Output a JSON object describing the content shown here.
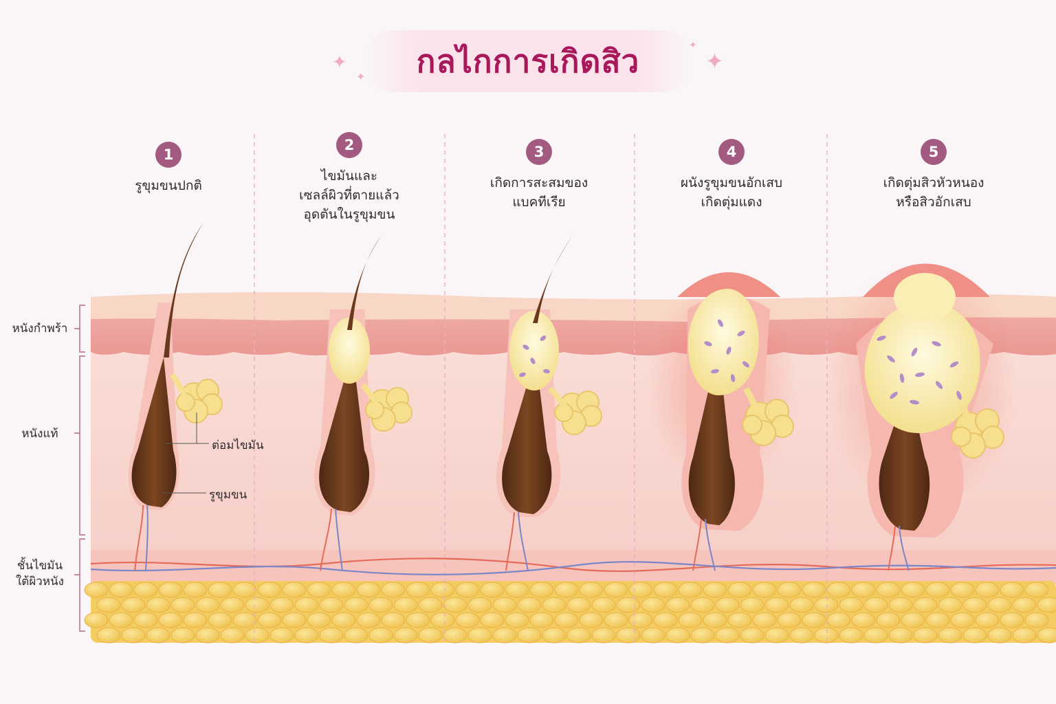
{
  "title": "กลไกการเกิดสิว",
  "layers": {
    "epidermis": "หนังกำพร้า",
    "dermis": "หนังแท้",
    "subcutaneous": "ชั้นไขมัน\nใต้ผิวหนัง"
  },
  "callouts": {
    "sebaceous_gland": "ต่อมไขมัน",
    "follicle": "รูขุมขน"
  },
  "stages": [
    {
      "number": "1",
      "text": "รูขุมขนปกติ"
    },
    {
      "number": "2",
      "text": "ไขมันและ\nเซลล์ผิวที่ตายแล้ว\nอุดตันในรูขุมขน"
    },
    {
      "number": "3",
      "text": "เกิดการสะสมของ\nแบคทีเรีย"
    },
    {
      "number": "4",
      "text": "ผนังรูขุมขนอักเสบ\nเกิดตุ่มแดง"
    },
    {
      "number": "5",
      "text": "เกิดตุ่มสิวหัวหนอง\nหรือสิวอักเสบ"
    }
  ],
  "colors": {
    "title": "#a8195c",
    "number_badge": "#a35a80",
    "epidermis": "#eda4a1",
    "dermis": "#f9d8d2",
    "fat": "#f6d46a",
    "hair": "#6b3a1e",
    "sebum": "#fbeeb0",
    "bacteria": "#b48cc8"
  }
}
